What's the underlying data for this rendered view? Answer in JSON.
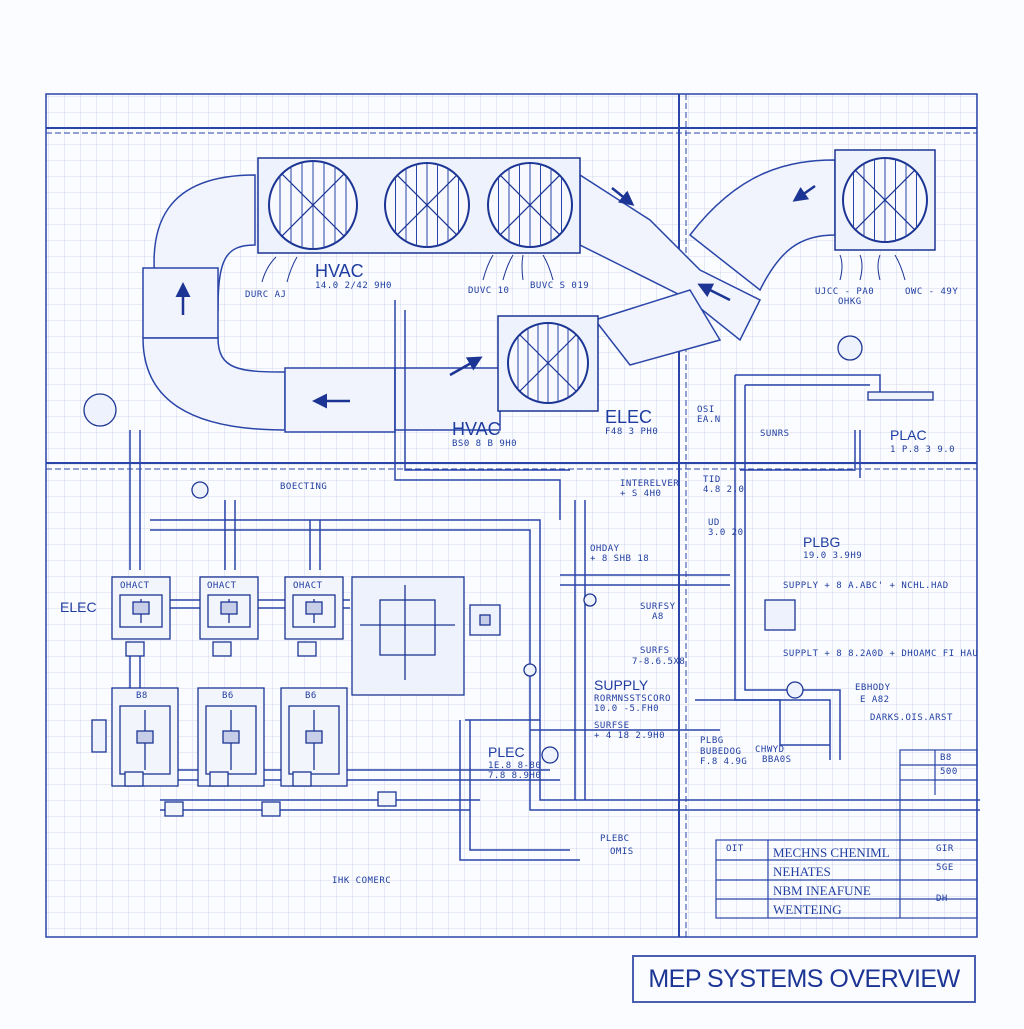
{
  "title": "MEP SYSTEMS OVERVIEW",
  "labels": {
    "hvac_1": "HVAC",
    "hvac_1_sub": "14.0 2/42 9H0",
    "durc_aj": "DURC AJ",
    "duvc": "DUVC 10",
    "buvc": "BUVC S 019",
    "uvc_right": "UJCC - PA0",
    "uvc_right_sub": "OHKG",
    "owc": "OWC - 49Y",
    "hvac_2": "HVAC",
    "hvac_2_sub": "BS0 8 B 9H0",
    "elec_top": "ELEC",
    "elec_top_sub": "F48 3 PH0",
    "plac": "PLAC",
    "plac_sub": "1 P.8 3 9.0",
    "boecting": "BOECTING",
    "elec_left": "ELEC",
    "ohact_1": "OHACT",
    "ohact_2": "OHACT",
    "ohact_3": "OHACT",
    "b8_1": "B8",
    "b8_2": "B6",
    "b8_3": "B6",
    "plbg_right": "PLBG",
    "plbg_right_sub": "19.0 3.9H9",
    "supply_1": "SUPPLY + 8 A.ABC' + NCHL.HAD",
    "supply_2": "SUPPLT + 8 8.2A0D + DHOAMC FI HAU",
    "surfsy": "SURFSY",
    "surfsy_sub": "A8",
    "surfs": "SURFS",
    "surfs_sub": "7-8.6.5X8",
    "supply_big": "SUPPLY",
    "supply_big_sub1": "RORMNSSTSCORO",
    "supply_big_sub2": "10.0 -5.FH0",
    "surfse": "SURFSE",
    "surfse_sub": "+ 4 18 2.9H0",
    "plec_center": "PLEC",
    "plec_center_sub1": "1E.8 8-80",
    "plec_center_sub2": "7.8 8.9H0",
    "plbg_low": "PLBG",
    "plbg_low_sub1": "BUBEDOG",
    "plbg_low_sub2": "F.8 4.9G",
    "chwyd": "CHWYD",
    "chwyd_sub": "BBA0S",
    "ebhody": "EBHODY",
    "ebhody_sub": "E A82",
    "darksolsarst": "DARKS.OIS.ARST",
    "plebc": "PLEBC",
    "plebc_sub": "OMIS",
    "ihk_comerc": "IHK COMERC",
    "ohday": "OHDAY",
    "ohday_sub": "+ 8 SHB 18",
    "interelwer": "INTERELVER",
    "interelwer_sub": "+ S 4H0",
    "ud": "UD",
    "ud_sub": "3.0 20",
    "tid": "TID",
    "tid_sub": "4.8 2.0",
    "sunrs": "SUNRS",
    "osi": "OSI",
    "osi_sub": "EA.N"
  },
  "title_block": {
    "rows": [
      "MECHNS CHENIML",
      "NEHATES",
      "NBM INEAFUNE",
      "WENTEING"
    ],
    "side": [
      "OIT",
      "GIR",
      "5GE",
      "DH"
    ],
    "right_cells": [
      "B8",
      "500"
    ]
  },
  "colors": {
    "ink": "#1f3da0",
    "grid": "#c4cde6",
    "duct": "#2a45a8"
  },
  "icons": [
    "fan-icon",
    "panel-icon",
    "valve-icon",
    "arrow-icon",
    "meter-icon"
  ]
}
